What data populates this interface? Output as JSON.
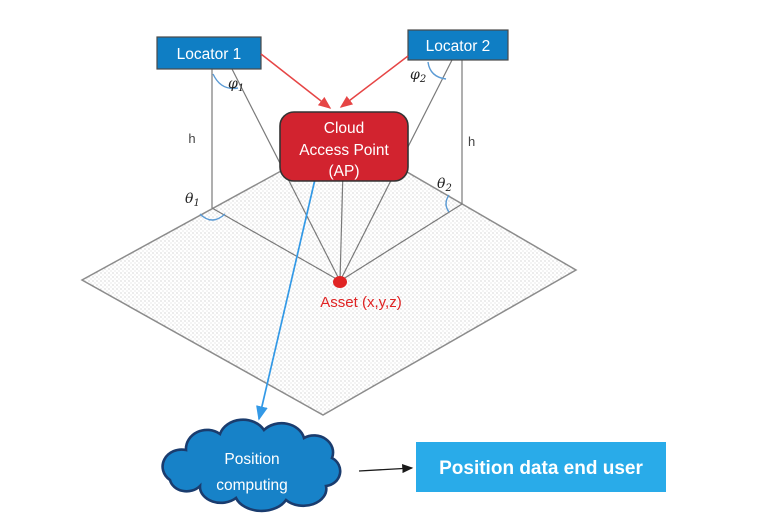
{
  "nodes": {
    "locator1": {
      "label": "Locator 1"
    },
    "locator2": {
      "label": "Locator 2"
    },
    "access_point": {
      "line1": "Cloud",
      "line2": "Access Point",
      "line3": "(AP)"
    },
    "asset": {
      "label": "Asset (x,y,z)"
    },
    "position_cloud": {
      "line1": "Position",
      "line2": "computing"
    },
    "end_user": {
      "label": "Position data end user"
    }
  },
  "labels": {
    "height1": "h",
    "height2": "h",
    "phi": "φ",
    "theta": "θ",
    "sub1": "1",
    "sub2": "2"
  },
  "colors": {
    "locator_fill": "#0F7EC4",
    "ap_fill": "#D2232F",
    "cloud_fill": "#1782C8",
    "cloud_stroke": "#1A3C6E",
    "end_user_fill": "#29ABE9",
    "red_arrow": "#E64545",
    "blue_link": "#3399E6",
    "gray_line": "#7A7A7A",
    "asset_red": "#E02424",
    "angle_arc_blue": "#5B9BD5"
  }
}
